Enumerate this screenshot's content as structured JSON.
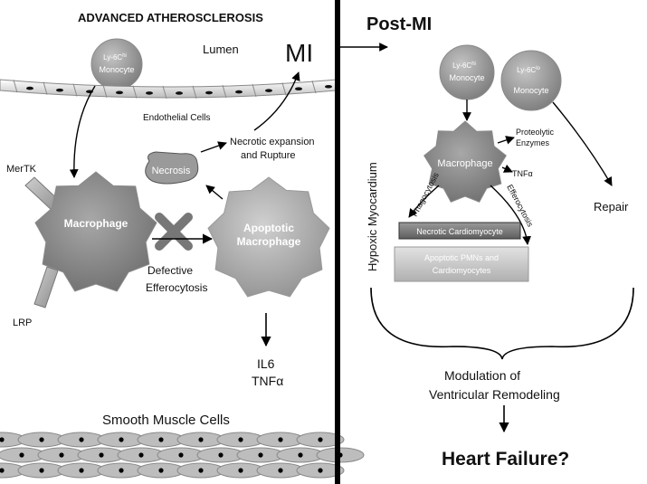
{
  "left_panel": {
    "title": "ADVANCED ATHEROSCLEROSIS",
    "lumen": "Lumen",
    "mi": "MI",
    "monocyte_top": "Ly-6C",
    "monocyte_sup": "hi",
    "monocyte_bottom": "Monocyte",
    "endothelial": "Endothelial Cells",
    "necrotic_line1": "Necrotic expansion",
    "necrotic_line2": "and Rupture",
    "necrosis": "Necrosis",
    "mertk": "MerTK",
    "macrophage": "Macrophage",
    "apoptotic_line1": "Apoptotic",
    "apoptotic_line2": "Macrophage",
    "defective_line1": "Defective",
    "defective_line2": "Efferocytosis",
    "lrp": "LRP",
    "il6": "IL6",
    "tnfa": "TNFα",
    "smooth_muscle": "Smooth Muscle Cells"
  },
  "right_panel": {
    "title": "Post-MI",
    "monocyte_hi_top": "Ly-6C",
    "monocyte_hi_sup": "hi",
    "monocyte_hi_bottom": "Monocyte",
    "monocyte_lo_top": "Ly-6C",
    "monocyte_lo_sup": "lo",
    "monocyte_lo_bottom": "Monocyte",
    "proteolytic_line1": "Proteolytic",
    "proteolytic_line2": "Enzymes",
    "macrophage": "Macrophage",
    "tnfa": "TNFα",
    "hypoxic": "Hypoxic Myocardium",
    "phagocytosis": "Phagocytosis",
    "efferocytosis": "Efferocytosis",
    "repair": "Repair",
    "necrotic_cardio": "Necrotic Cardiomyocyte",
    "apoptotic_pmn_line1": "Apoptotic PMNs and",
    "apoptotic_pmn_line2": "Cardiomyocytes",
    "modulation_line1": "Modulation of",
    "modulation_line2": "Ventricular Remodeling",
    "heart_failure": "Heart Failure?"
  },
  "colors": {
    "divider": "#000000",
    "cell_fill": "#8c8c8c",
    "light_fill": "#c8c8c8",
    "dark_box": "#6e6e6e"
  }
}
